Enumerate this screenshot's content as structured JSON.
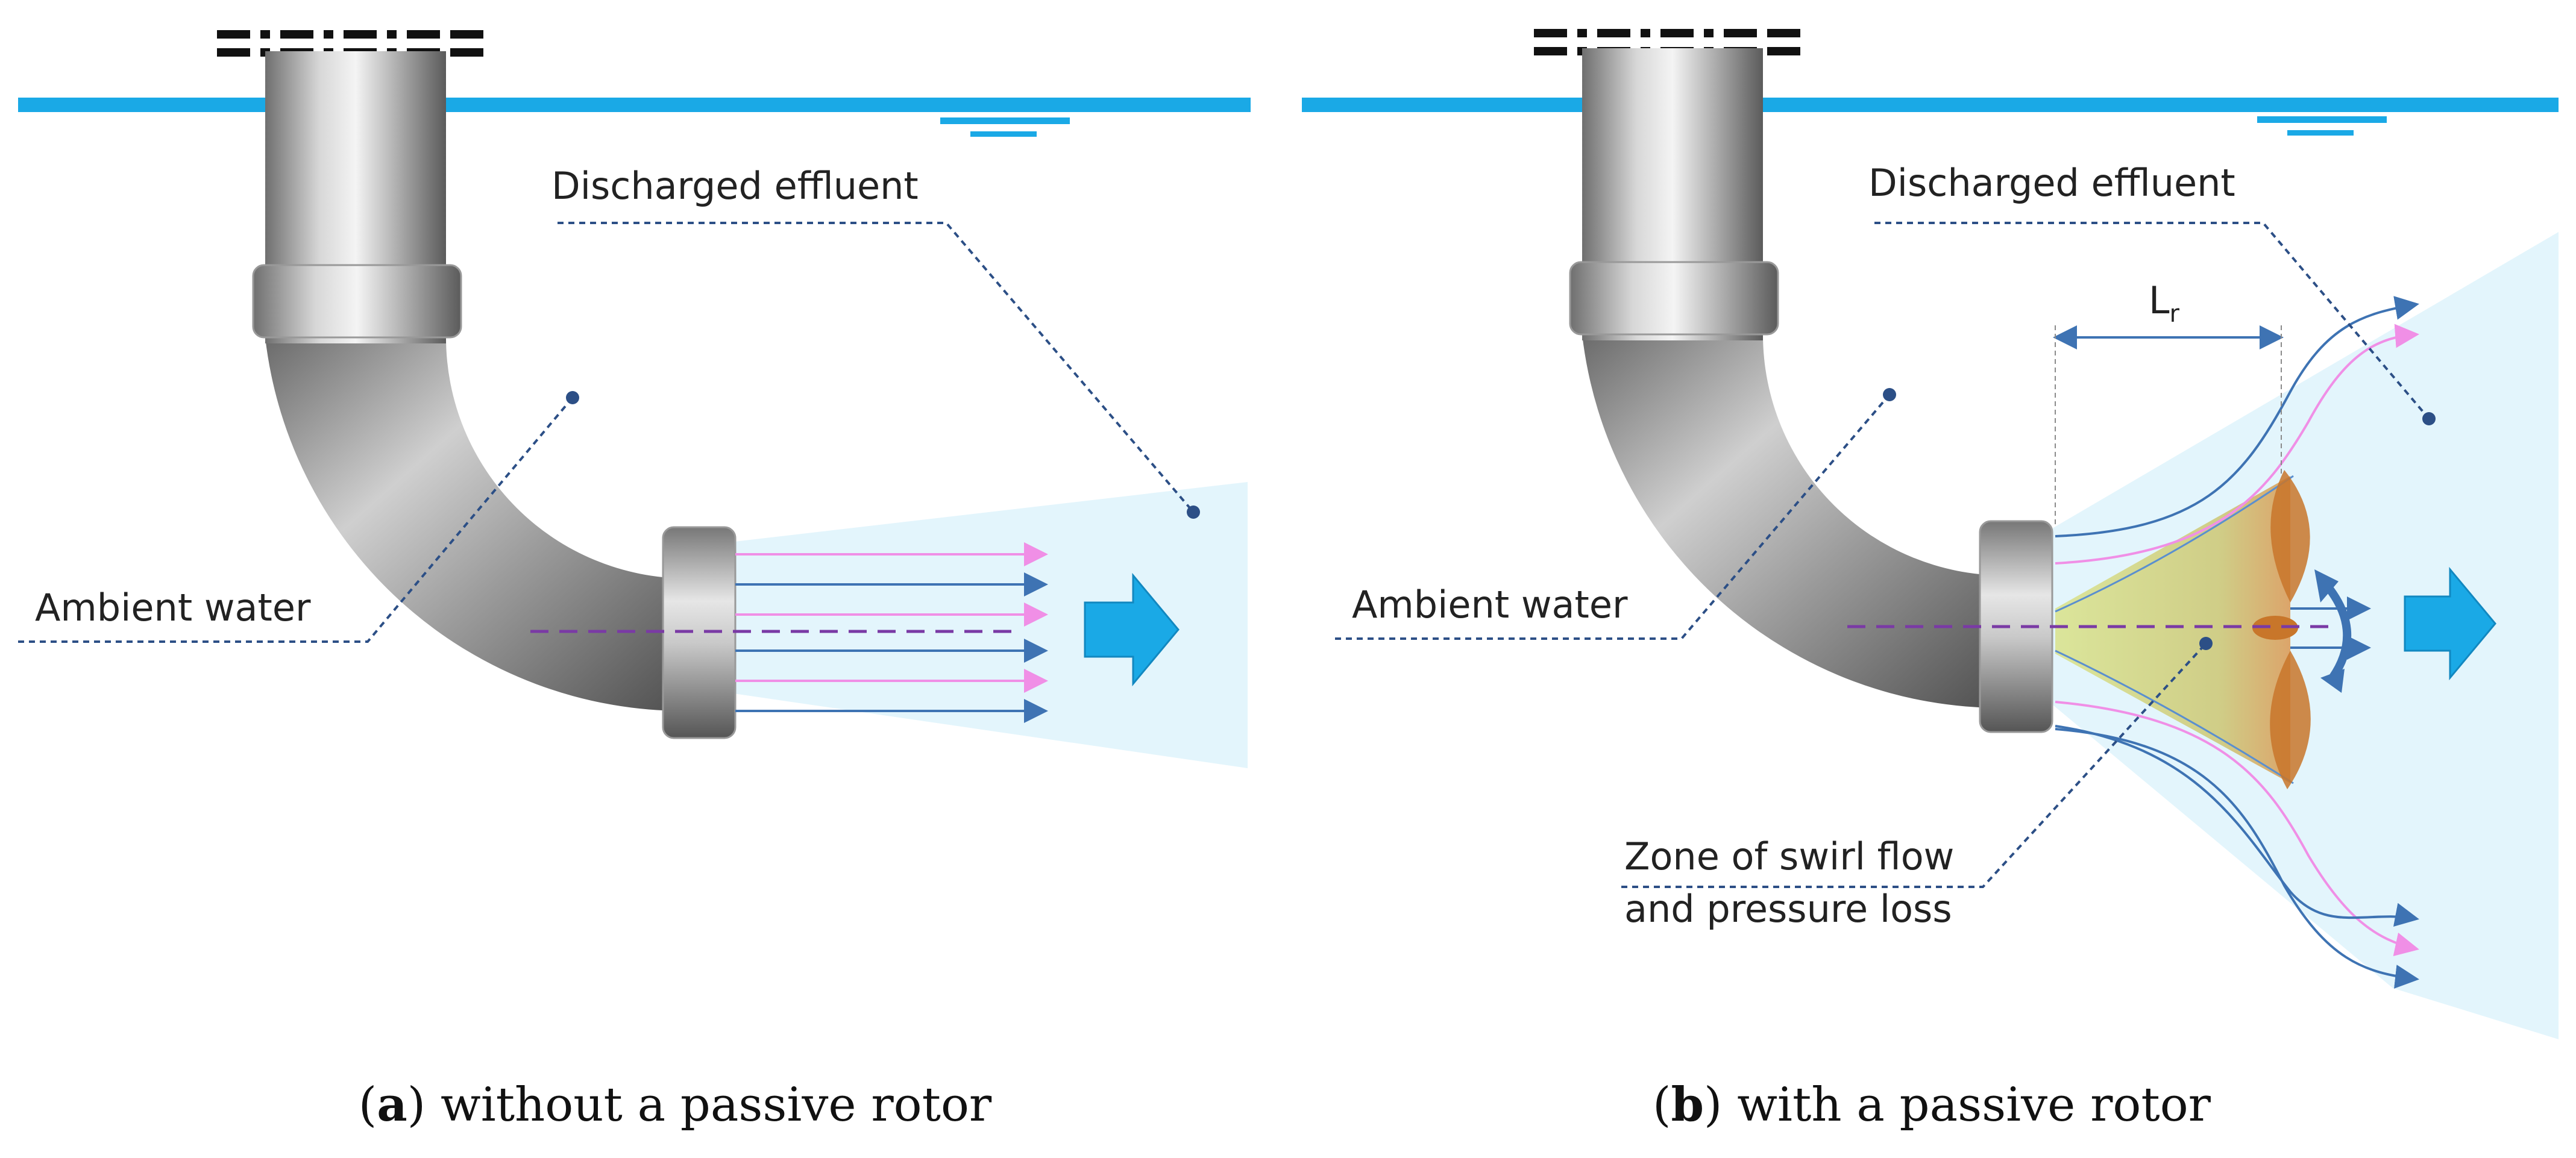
{
  "panels": [
    {
      "id": "a",
      "caption_letter": "a",
      "caption_text": "without a passive rotor",
      "labels": {
        "discharged": "Discharged effluent",
        "ambient": "Ambient water"
      }
    },
    {
      "id": "b",
      "caption_letter": "b",
      "caption_text": "with a passive rotor",
      "labels": {
        "discharged": "Discharged effluent",
        "ambient": "Ambient water",
        "zone_line1": "Zone of swirl flow",
        "zone_line2": "and pressure loss",
        "length_main": "L",
        "length_sub": "r"
      }
    }
  ],
  "colors": {
    "water_surface": "#1aa9e6",
    "plume": "#e3f5fc",
    "big_arrow": "#1aa9e6",
    "flow_blue": "#3e73b3",
    "flow_pink": "#f08fe6",
    "axis_dash": "#7a3aa5",
    "leader": "#2c4f86",
    "rotor_orange": "#c8762a"
  }
}
